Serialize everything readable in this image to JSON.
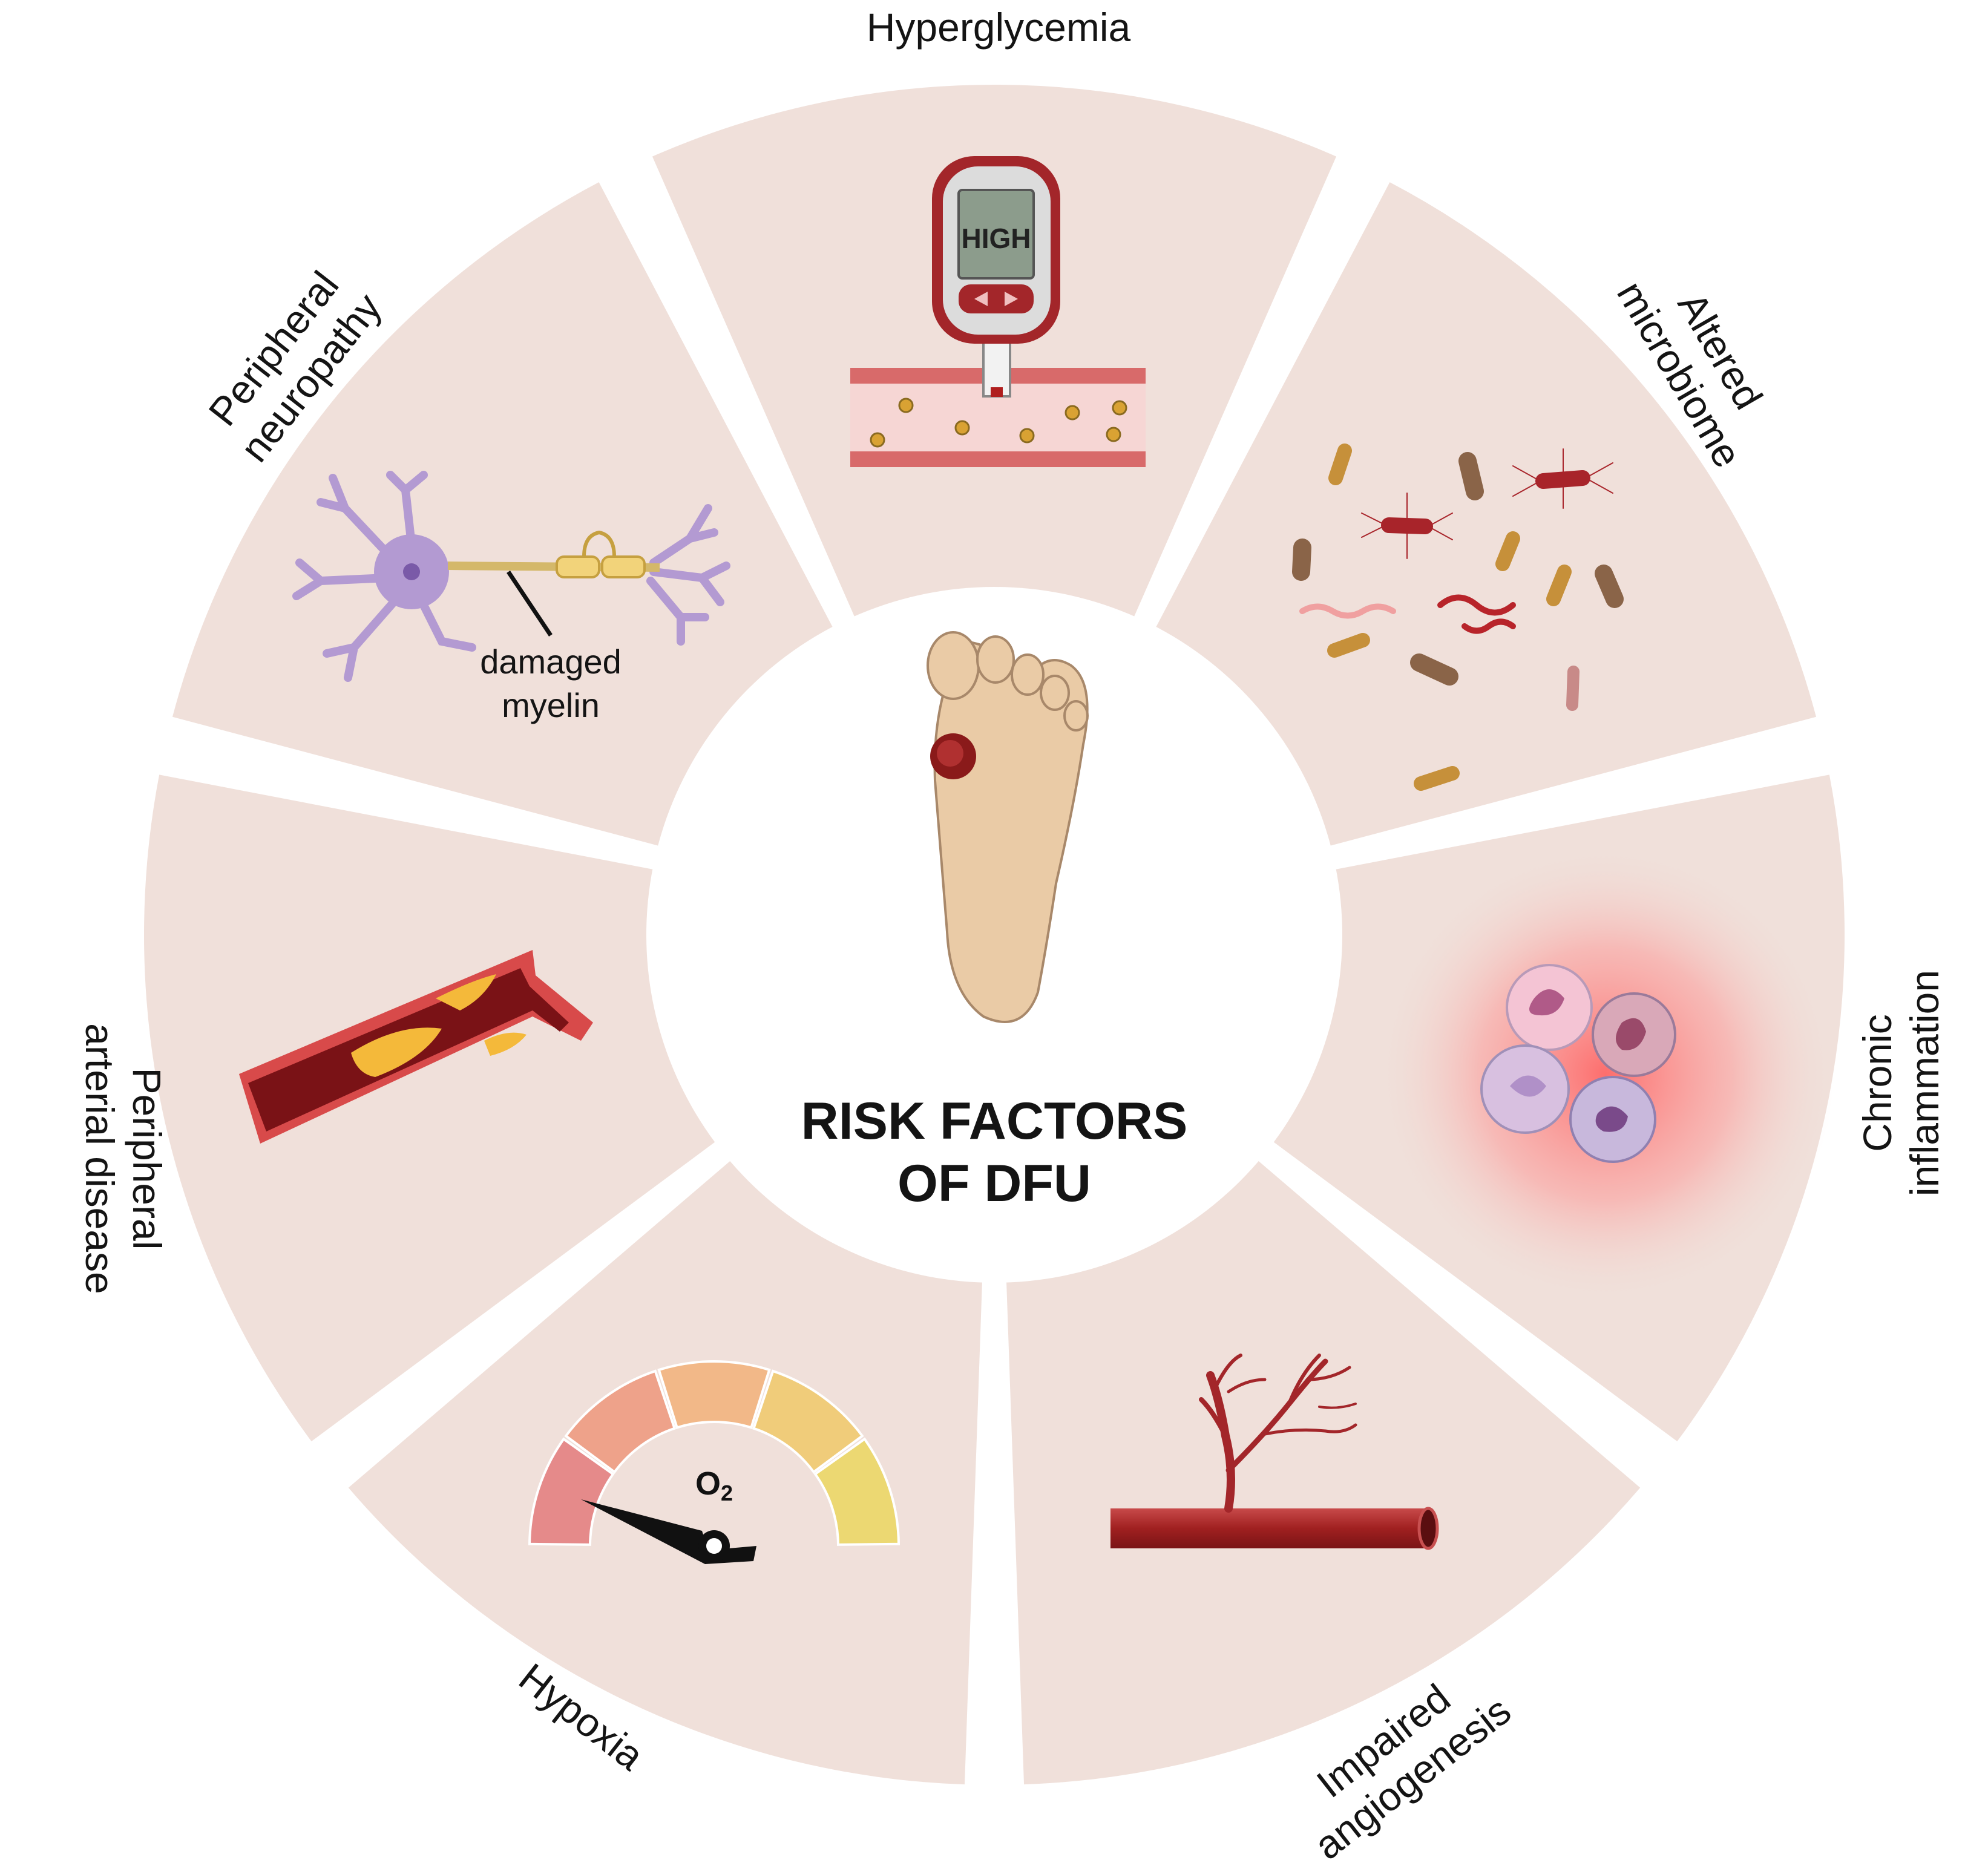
{
  "center": {
    "title_line1": "RISK FACTORS",
    "title_line2": "OF DFU"
  },
  "segments": {
    "hyperglycemia": {
      "label": "Hyperglycemia"
    },
    "microbiome": {
      "label_line1": "Altered",
      "label_line2": "microbiome"
    },
    "inflammation": {
      "label_line1": "Chronic",
      "label_line2": "inflammation"
    },
    "angiogenesis": {
      "label_line1": "Impaired",
      "label_line2": "angiogenesis"
    },
    "hypoxia": {
      "label": "Hypoxia"
    },
    "arterial": {
      "label_line1": "Peripheral",
      "label_line2": "arterial disease"
    },
    "neuropathy": {
      "label_line1": "Peripheral",
      "label_line2": "neuropathy"
    }
  },
  "glucometer": {
    "display_text": "HIGH"
  },
  "neuron": {
    "annotation_line1": "damaged",
    "annotation_line2": "myelin"
  },
  "gauge": {
    "label": "O",
    "subscript": "2"
  },
  "colors": {
    "segment_fill": "#f0e0da",
    "text": "#141414",
    "vessel_red": "#a3262a",
    "plaque_yellow": "#f4b93a",
    "neuron_purple": "#b39ad2",
    "inflammation_glow": "#ff6f6f"
  }
}
